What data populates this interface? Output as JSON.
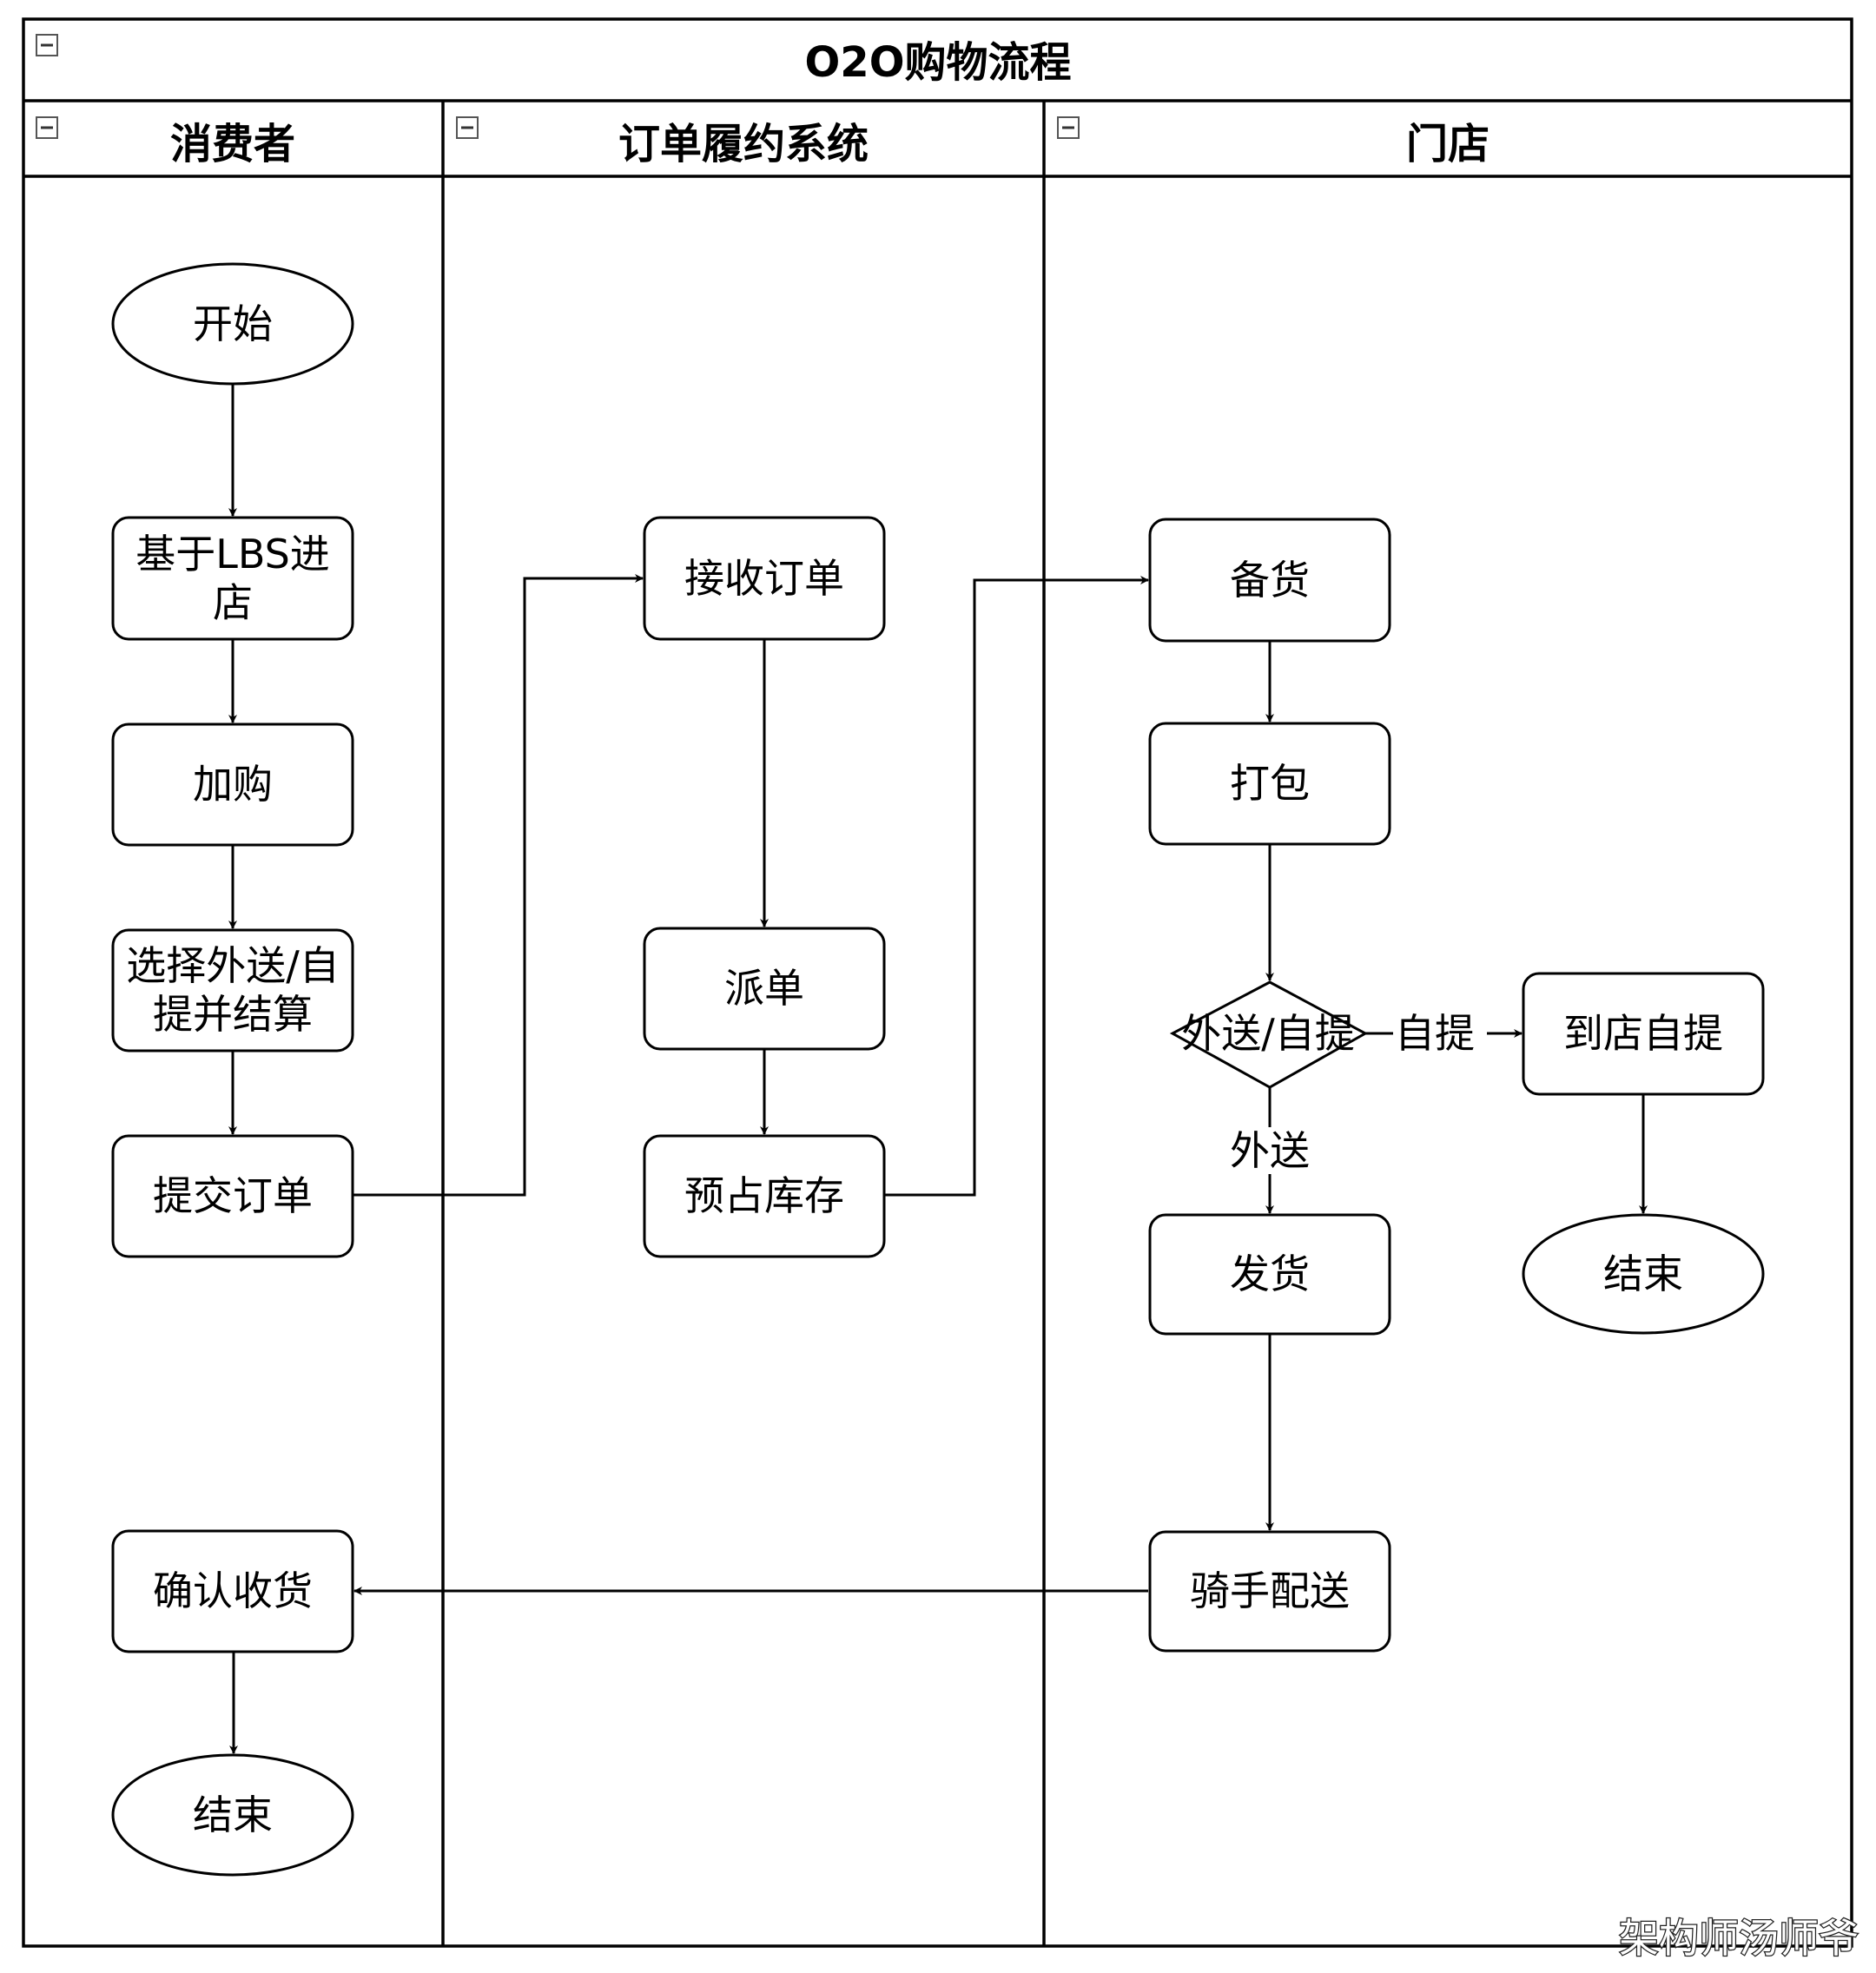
{
  "title": "O2O购物流程",
  "lanes": [
    {
      "id": "consumer",
      "label": "消费者"
    },
    {
      "id": "system",
      "label": "订单履约系统"
    },
    {
      "id": "store",
      "label": "门店"
    }
  ],
  "nodes": {
    "start": "开始",
    "lbs": "基于LBS进\n店",
    "addcart": "加购",
    "choose": "选择外送/自\n提并结算",
    "submit": "提交订单",
    "confirm": "确认收货",
    "end1": "结束",
    "receive": "接收订单",
    "dispatch": "派单",
    "reserve": "预占库存",
    "prepare": "备货",
    "pack": "打包",
    "decision": "外送/自提",
    "pickup": "到店自提",
    "end2": "结束",
    "ship": "发货",
    "rider": "骑手配送"
  },
  "edge_labels": {
    "self_pickup": "自提",
    "delivery": "外送"
  },
  "watermark": "架构师汤师爷"
}
